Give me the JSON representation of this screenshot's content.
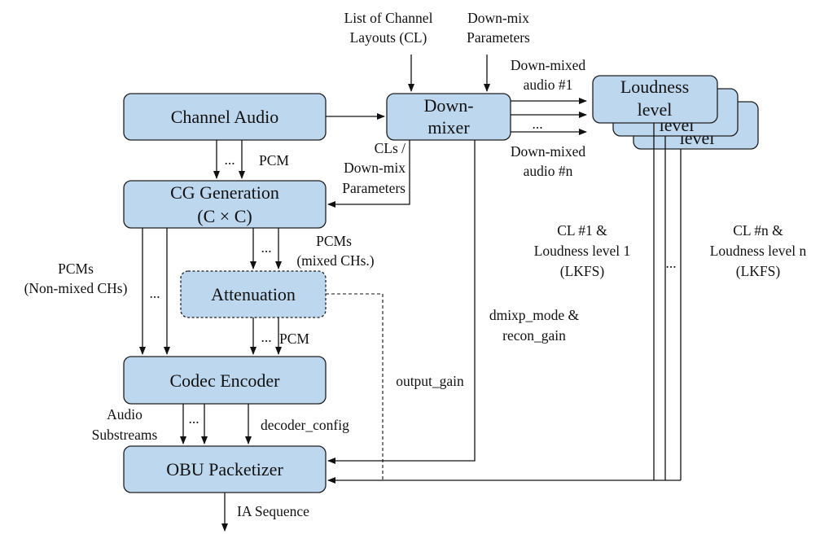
{
  "boxes": {
    "channel_audio": "Channel Audio",
    "downmixer": [
      "Down-",
      "mixer"
    ],
    "loudness": [
      "Loudness",
      "level"
    ],
    "loudness_back_1": "level",
    "loudness_back_2": "level",
    "cg_generation": [
      "CG Generation",
      "(C × C)"
    ],
    "attenuation": "Attenuation",
    "codec_encoder": "Codec Encoder",
    "obu_packetizer": "OBU Packetizer"
  },
  "labels": {
    "list_of_channel_layouts": [
      "List of Channel",
      "Layouts (CL)"
    ],
    "downmix_parameters": [
      "Down-mix",
      "Parameters"
    ],
    "downmixed_audio_1": [
      "Down-mixed",
      "audio #1"
    ],
    "downmixed_audio_n": [
      "Down-mixed",
      "audio #n"
    ],
    "cls_downmix_parameters": [
      "CLs /",
      "Down-mix",
      "Parameters"
    ],
    "pcm_1": "PCM",
    "pcms_mixed": [
      "PCMs",
      "(mixed CHs.)"
    ],
    "pcms_non_mixed": [
      "PCMs",
      "(Non-mixed CHs)"
    ],
    "pcm_2": "PCM",
    "cl1_loudness": [
      "CL #1 &",
      "Loudness level 1",
      "(LKFS)"
    ],
    "cln_loudness": [
      "CL #n &",
      "Loudness level n",
      "(LKFS)"
    ],
    "dmixp_recon": [
      "dmixp_mode &",
      "recon_gain"
    ],
    "output_gain": "output_gain",
    "audio_substreams": [
      "Audio",
      "Substreams"
    ],
    "decoder_config": "decoder_config",
    "ia_sequence": "IA Sequence",
    "ellipsis": "..."
  }
}
